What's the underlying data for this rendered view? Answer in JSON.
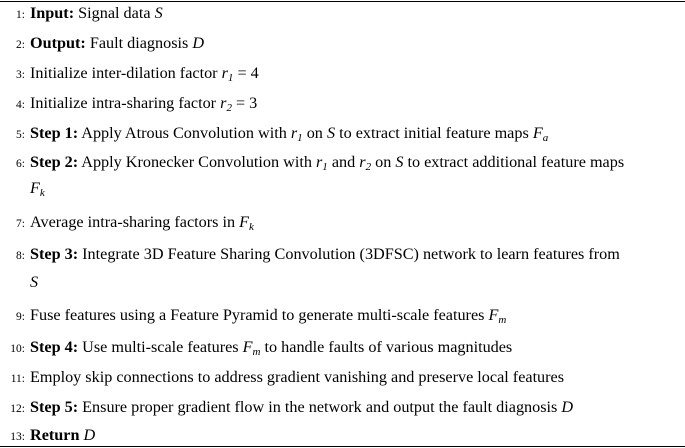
{
  "steps": [
    {
      "num": "1:",
      "label": "Input:",
      "text": " Signal data ",
      "math": "S"
    },
    {
      "num": "2:",
      "label": "Output:",
      "text": " Fault diagnosis ",
      "math": "D"
    },
    {
      "num": "3:",
      "pre": "Initialize inter-dilation factor ",
      "var": "r",
      "sub": "1",
      "eq": " = 4"
    },
    {
      "num": "4:",
      "pre": "Initialize intra-sharing factor ",
      "var": "r",
      "sub": "2",
      "eq": " = 3"
    },
    {
      "num": "5:",
      "label": "Step 1:",
      "a": " Apply Atrous Convolution with ",
      "v1": "r",
      "s1": "1",
      "b": " on ",
      "m1": "S",
      "c": " to extract initial feature maps ",
      "v2": "F",
      "s2": "a"
    },
    {
      "num": "6:",
      "label": "Step 2:",
      "a": " Apply Kronecker Convolution with ",
      "v1": "r",
      "s1": "1",
      "b": " and ",
      "v2": "r",
      "s2": "2",
      "c": " on ",
      "m1": "S",
      "d": " to extract additional feature maps",
      "cont_v": "F",
      "cont_s": "k"
    },
    {
      "num": "7:",
      "pre": "Average intra-sharing factors in ",
      "var": "F",
      "sub": "k"
    },
    {
      "num": "8:",
      "label": "Step 3:",
      "a": " Integrate 3D Feature Sharing Convolution (3DFSC) network to learn features from",
      "cont_m": "S"
    },
    {
      "num": "9:",
      "pre": "Fuse features using a Feature Pyramid to generate multi-scale features ",
      "var": "F",
      "sub": "m"
    },
    {
      "num": "10:",
      "label": "Step 4:",
      "a": " Use multi-scale features ",
      "v1": "F",
      "s1": "m",
      "b": " to handle faults of various magnitudes"
    },
    {
      "num": "11:",
      "pre": "Employ skip connections to address gradient vanishing and preserve local features"
    },
    {
      "num": "12:",
      "label": "Step 5:",
      "a": " Ensure proper gradient flow in the network and output the fault diagnosis ",
      "m1": "D"
    },
    {
      "num": "13:",
      "label": "Return",
      "text": " ",
      "math": "D"
    }
  ]
}
